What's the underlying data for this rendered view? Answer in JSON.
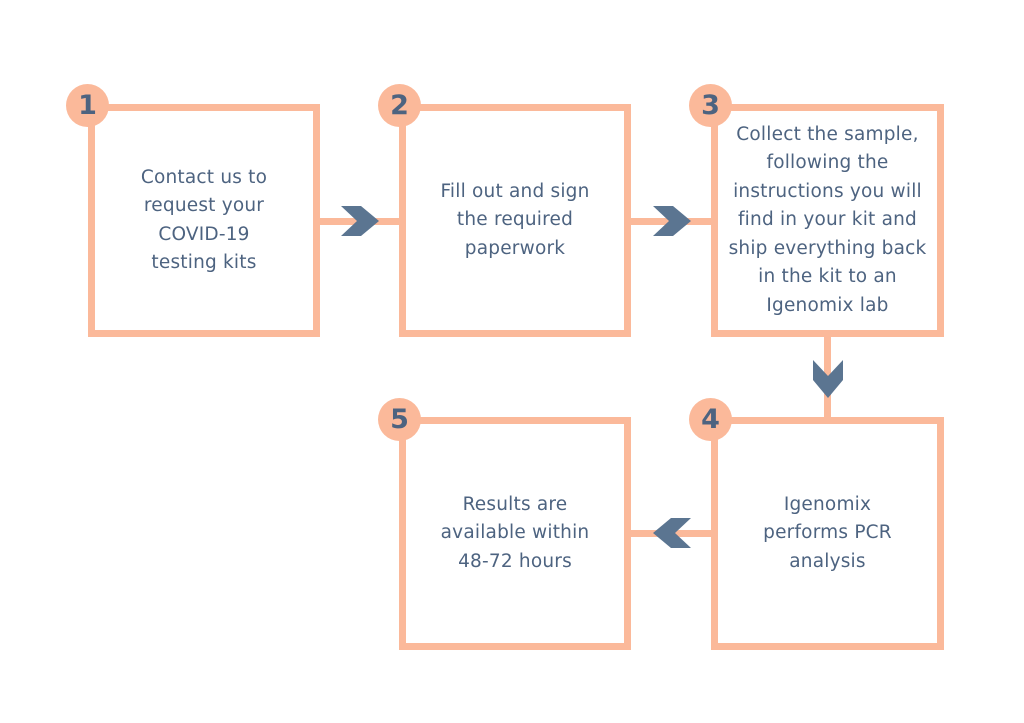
{
  "colors": {
    "accent": "#fbb99a",
    "text": "#4d6380",
    "arrow": "#5b7591",
    "background": "#ffffff"
  },
  "steps": [
    {
      "number": "1",
      "text": "Contact us to\nrequest your\nCOVID-19\ntesting kits"
    },
    {
      "number": "2",
      "text": "Fill out and sign\nthe required\npaperwork"
    },
    {
      "number": "3",
      "text": "Collect the sample,\nfollowing the\ninstructions you will\nfind in your kit and\nship everything back\nin the kit to an\nIgenomix lab"
    },
    {
      "number": "4",
      "text": "Igenomix\nperforms PCR\nanalysis"
    },
    {
      "number": "5",
      "text": "Results are\navailable within\n48-72 hours"
    }
  ],
  "arrows": [
    {
      "from": "1",
      "to": "2",
      "direction": "right"
    },
    {
      "from": "2",
      "to": "3",
      "direction": "right"
    },
    {
      "from": "3",
      "to": "4",
      "direction": "down"
    },
    {
      "from": "4",
      "to": "5",
      "direction": "left"
    }
  ]
}
